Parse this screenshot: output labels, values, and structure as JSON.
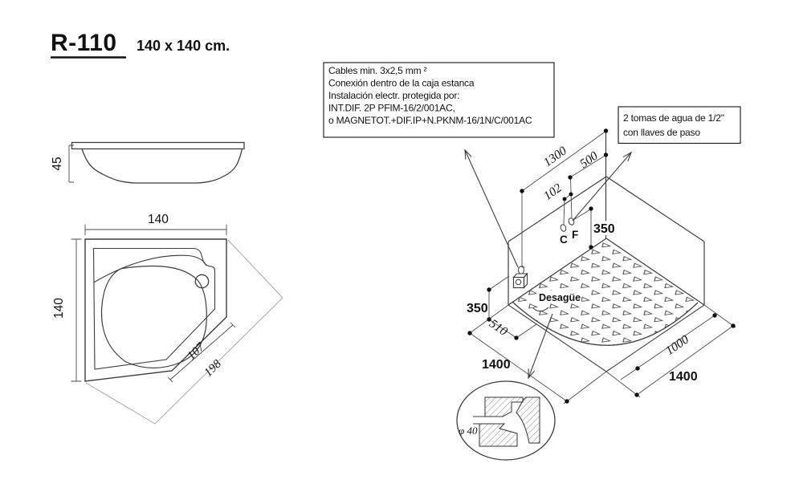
{
  "title": {
    "model": "R-110",
    "dimensions": "140 x 140 cm."
  },
  "side_view": {
    "height": "45"
  },
  "top_view": {
    "width": "140",
    "depth": "140",
    "corner_short": "107",
    "corner_long": "198"
  },
  "iso_view": {
    "dim_1300": "1300",
    "dim_500": "500",
    "dim_102": "102",
    "dim_350_wall": "350",
    "dim_350_floor": "350",
    "dim_510": "510",
    "dim_1000": "1000",
    "dim_1400_left": "1400",
    "dim_1400_right": "1400",
    "hot_label": "C",
    "cold_label": "F",
    "drain_label": "Desagüe",
    "hot_color": "#b35d5d",
    "cold_color": "#3c3c7d"
  },
  "notes": {
    "electrical": {
      "lines": [
        "Cables min. 3x2,5 mm ²",
        "Conexión dentro de la caja estanca",
        "Instalación electr. protegida por:",
        "INT.DIF. 2P PFIM-16/2/001AC,",
        "o MAGNETOT.+DIF.IP+N.PKNM-16/1N/C/001AC"
      ]
    },
    "water": {
      "lines": [
        "2 tomas de agua de 1/2\"",
        "con llaves de paso"
      ]
    }
  },
  "detail": {
    "diameter": "φ 40"
  }
}
